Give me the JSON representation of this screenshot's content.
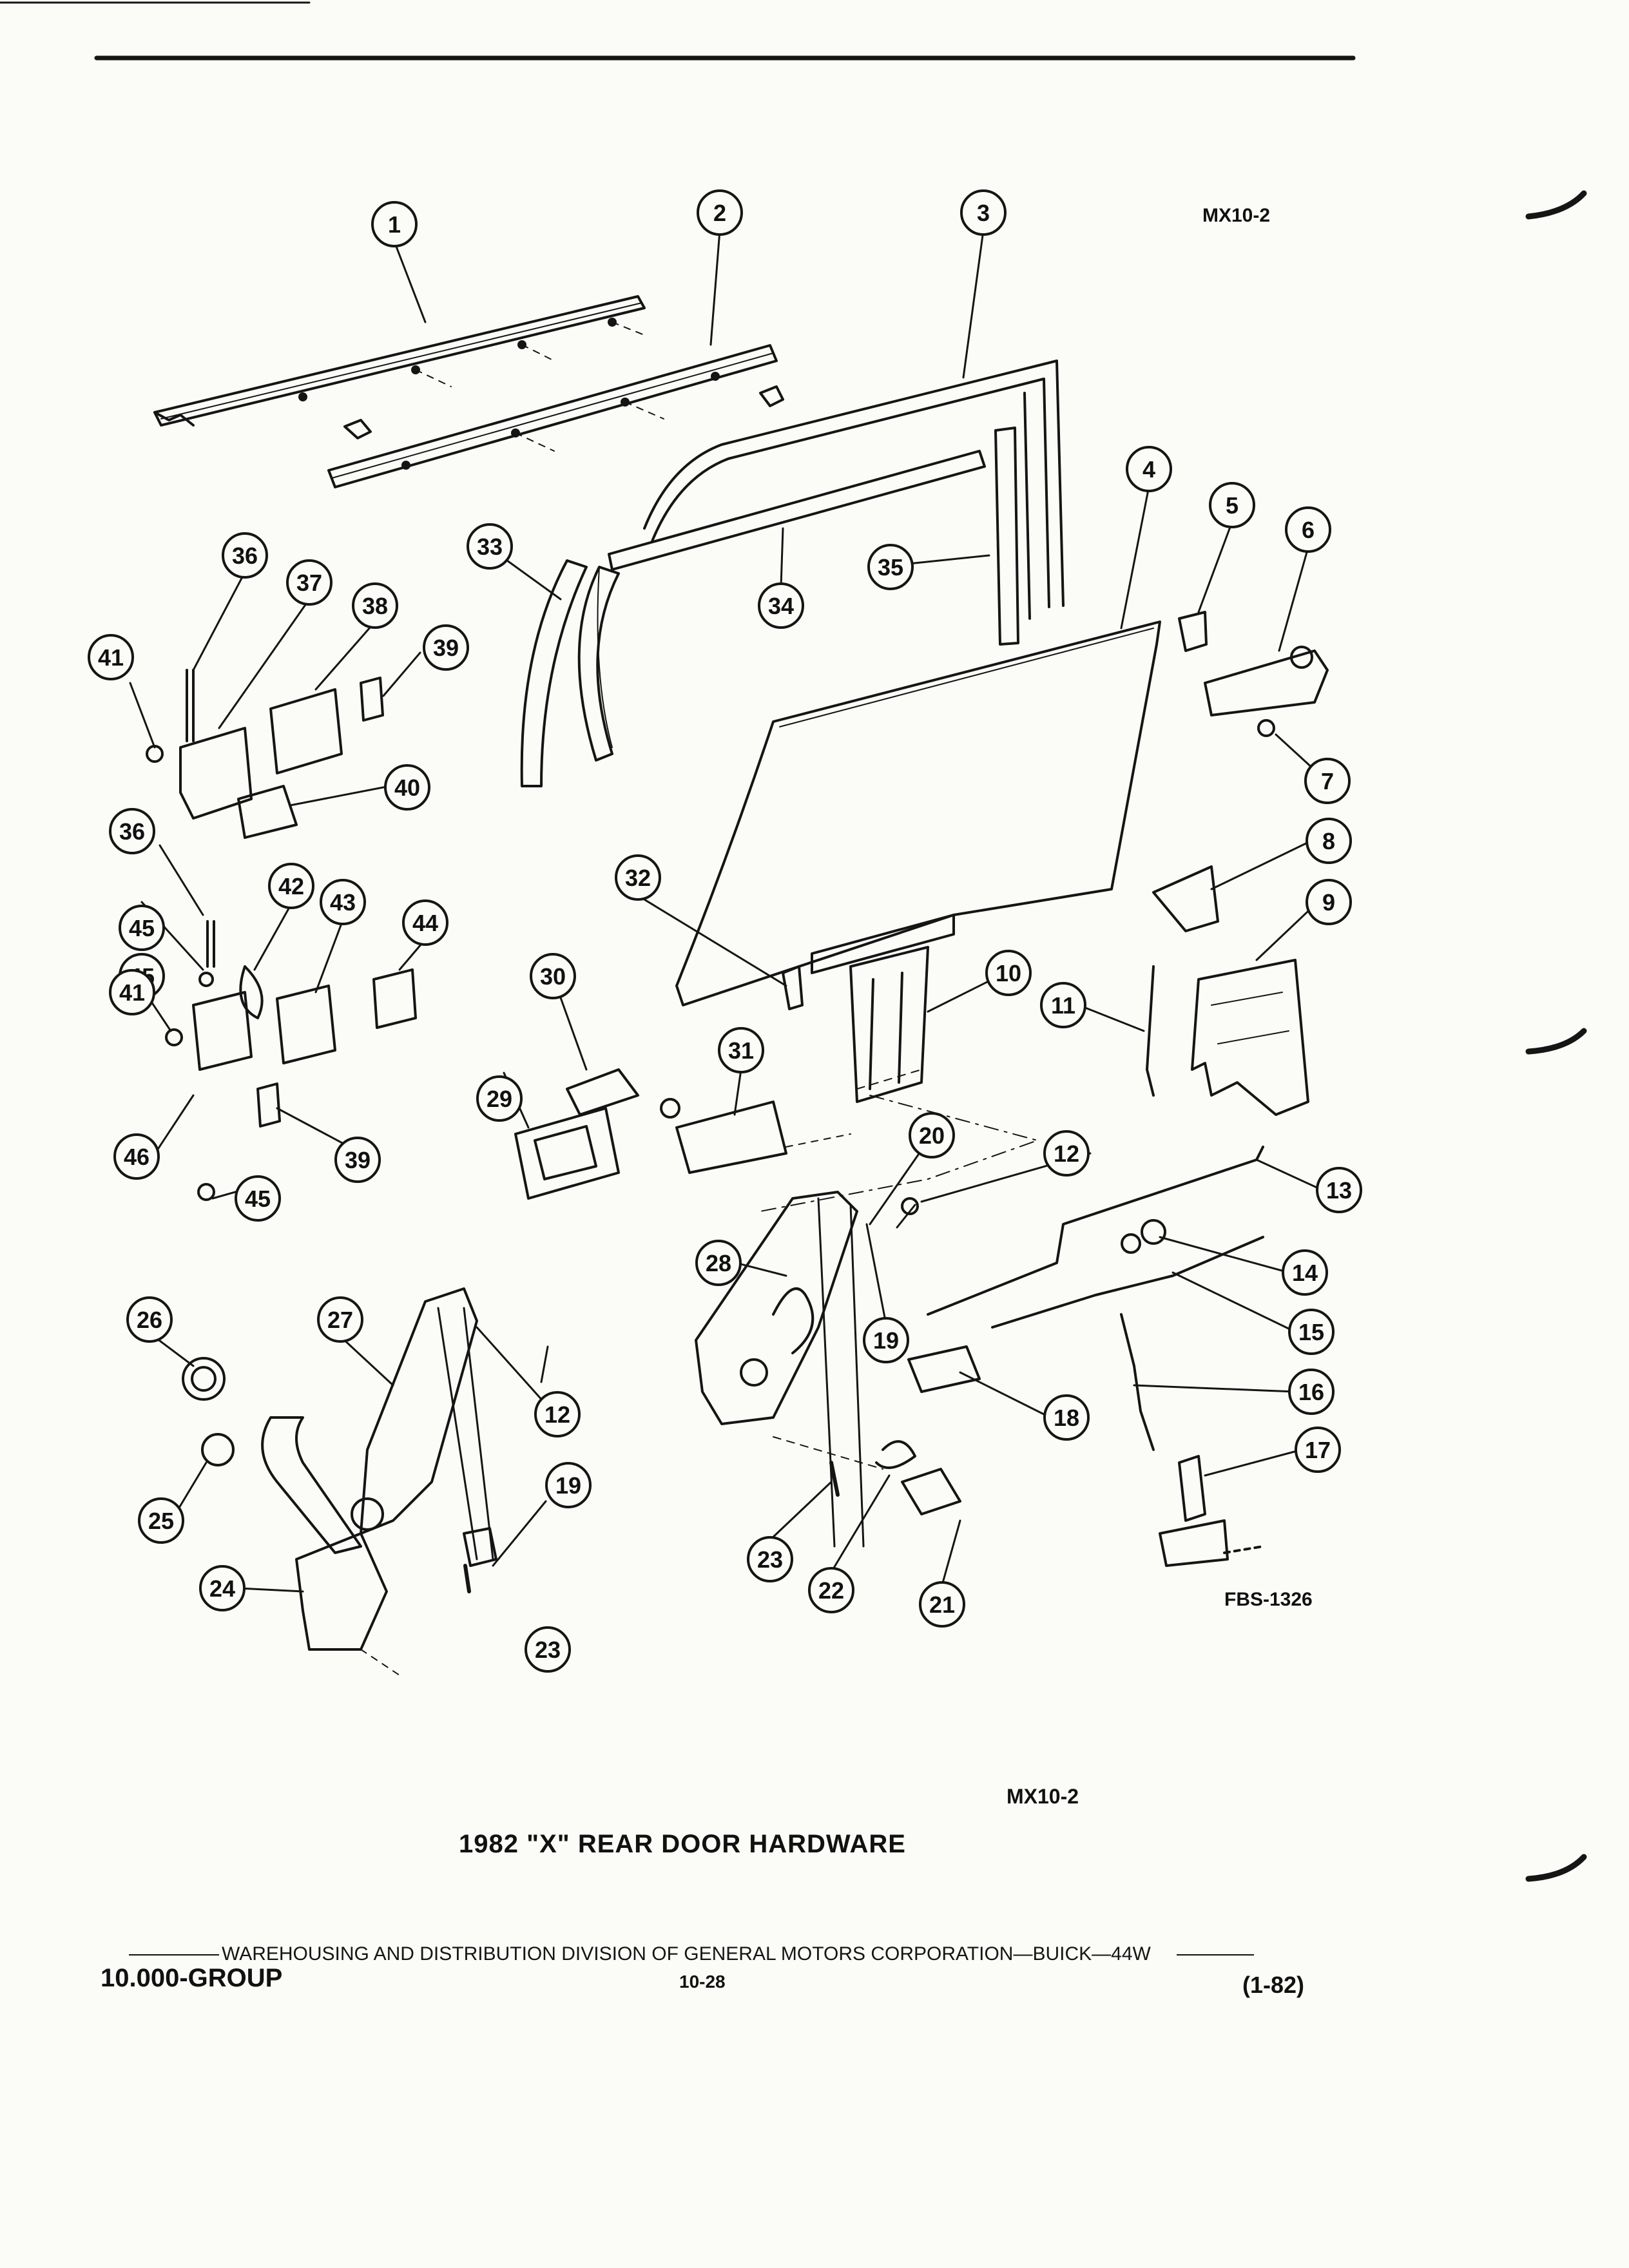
{
  "document": {
    "reference_top": "MX10-2",
    "figure_code": "FBS-1326",
    "reference_bottom": "MX10-2",
    "caption": "1982 \"X\" REAR DOOR HARDWARE",
    "footer": "WAREHOUSING AND DISTRIBUTION  DIVISION OF GENERAL MOTORS CORPORATION—BUICK—44W",
    "group": "10.000-GROUP",
    "page_number": "10-28",
    "date_code": "(1-82)"
  },
  "callouts": [
    "1",
    "2",
    "3",
    "4",
    "5",
    "6",
    "7",
    "8",
    "9",
    "10",
    "11",
    "12",
    "13",
    "14",
    "15",
    "16",
    "17",
    "18",
    "19",
    "20",
    "21",
    "22",
    "23",
    "24",
    "25",
    "26",
    "27",
    "28",
    "29",
    "30",
    "31",
    "32",
    "33",
    "34",
    "35",
    "36",
    "37",
    "38",
    "39",
    "40",
    "41",
    "42",
    "43",
    "44",
    "45",
    "46"
  ]
}
